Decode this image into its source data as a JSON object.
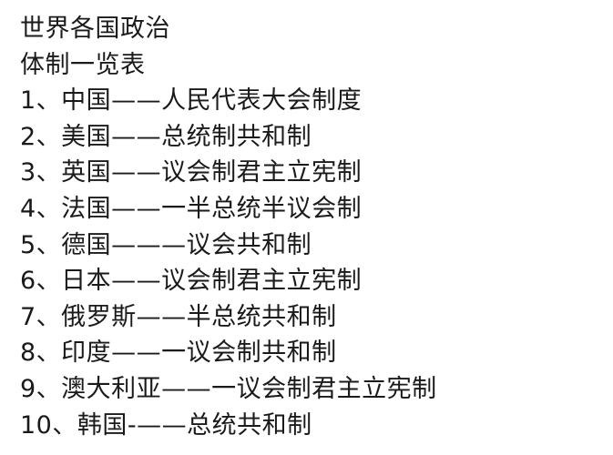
{
  "title_lines": [
    "世界各国政治",
    "体制一览表"
  ],
  "items": [
    "1、中国——人民代表大会制度",
    "2、美国——总统制共和制",
    "3、英国——议会制君主立宪制",
    "4、法国——一半总统半议会制",
    "5、德国———议会共和制",
    "6、日本——议会制君主立宪制",
    "7、俄罗斯——半总统共和制",
    "8、印度——一议会制共和制",
    "9、澳大利亚——一议会制君主立宪制",
    "10、韩国-——总统共和制"
  ]
}
